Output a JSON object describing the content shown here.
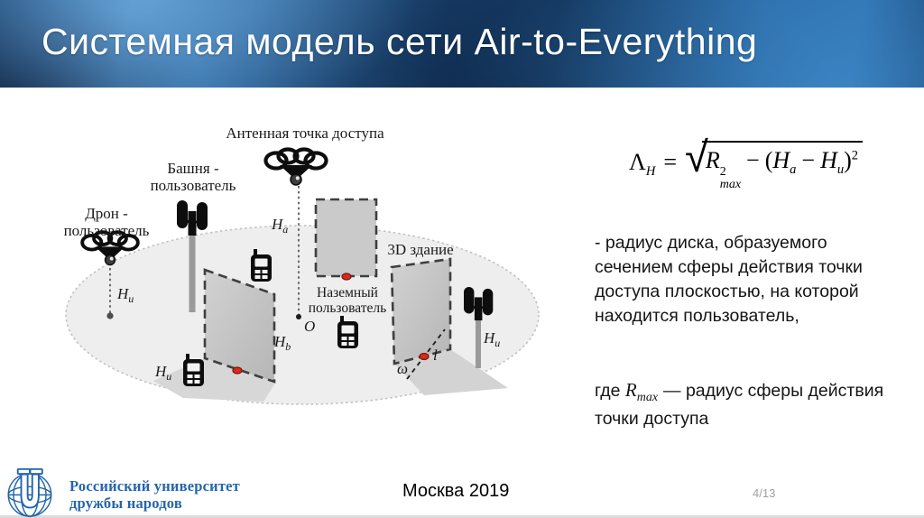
{
  "slide": {
    "title": "Системная модель сети Air-to-Everything",
    "venue": "Москва 2019",
    "page_number": "4/13"
  },
  "header": {
    "text_color": "#ffffff",
    "bg_dark": "#173c66",
    "bg_light": "#4081ba"
  },
  "footer": {
    "university_line1": "Российский университет",
    "university_line2": "дружбы народов",
    "logo_color": "#2565ab"
  },
  "formula": {
    "lambda": "Λ",
    "lambda_sub": "H",
    "equals": "=",
    "radical_sign": "√",
    "r_main": "R",
    "r_sup": "2",
    "r_sub": "max",
    "minus_outer": "−",
    "paren_open": "(",
    "h_a_main": "H",
    "h_a_sub": "a",
    "minus_inner": "−",
    "h_u_main": "H",
    "h_u_sub": "u",
    "paren_close": ")",
    "outer_sup": "2"
  },
  "description": {
    "para1": "- радиус диска, образуемого сечением сферы действия точки доступа плоскостью, на которой находится пользователь,",
    "para2_prefix": "где",
    "para2_var_main": "R",
    "para2_var_sub": "max",
    "para2_rest": "— радиус сферы действия точки доступа"
  },
  "diagram": {
    "disk_fill": "#eeeeee",
    "marker_color": "#d62b1b",
    "labels": {
      "antenna_access_point": "Антенная точка доступа",
      "tower_user_line1": "Башня -",
      "tower_user_line2": "пользователь",
      "drone_user_line1": "Дрон -",
      "drone_user_line2": "пользователь",
      "ground_user_line1": "Наземный",
      "ground_user_line2": "пользователь",
      "building_3d": "3D здание",
      "h_main": "H",
      "h_sub_a": "a",
      "h_sub_b": "b",
      "h_sub_u": "u",
      "origin_point": "O",
      "omega": "ω",
      "length_l": "l"
    }
  }
}
